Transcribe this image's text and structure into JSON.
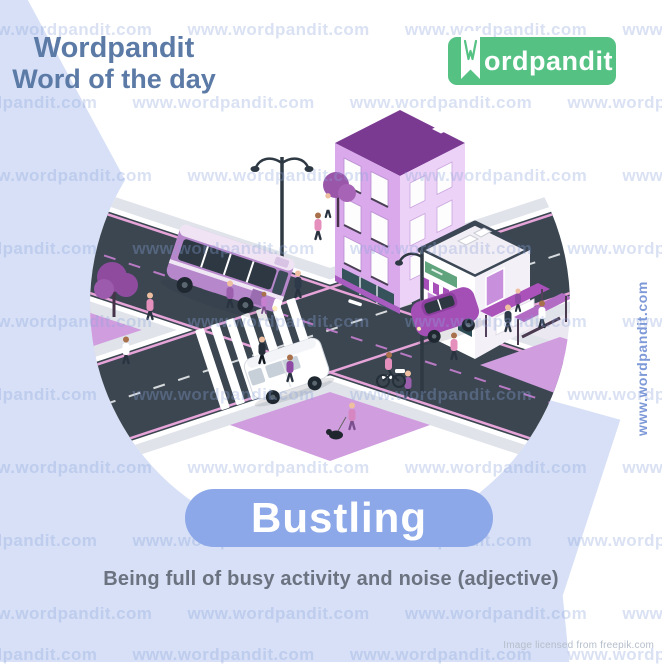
{
  "header": {
    "brand": "Wordpandit",
    "tagline": "Word of the day",
    "text_color": "#5b7aa6"
  },
  "logo": {
    "brand": "Wordpandit",
    "visible_text": "ordpandit",
    "icon": "bookmark-ribbon-icon",
    "background_color": "#55c284"
  },
  "word_card": {
    "word": "Bustling",
    "part_of_speech": "adjective",
    "definition": "Being full of busy activity and noise (adjective)",
    "pill_color": "#8da8e9"
  },
  "watermark": {
    "text": "www.wordpandit.com",
    "vertical_text": "www.wordpandit.com"
  },
  "credit": {
    "text": "Image licensed from freepik.com"
  },
  "illustration": {
    "description": "Isometric busy city street intersection inside a circle: purple apartment building, white cafe, bus, white van, purple SUV, cyclist, pedestrians, dog walker, street lamps and purple trees",
    "colors": {
      "road": "#3b4651",
      "plaza": "#d09ddf",
      "building_front": "#d9a9ec",
      "building_roof": "#7b3a92",
      "background_lavender": "#d7e0f6"
    }
  }
}
